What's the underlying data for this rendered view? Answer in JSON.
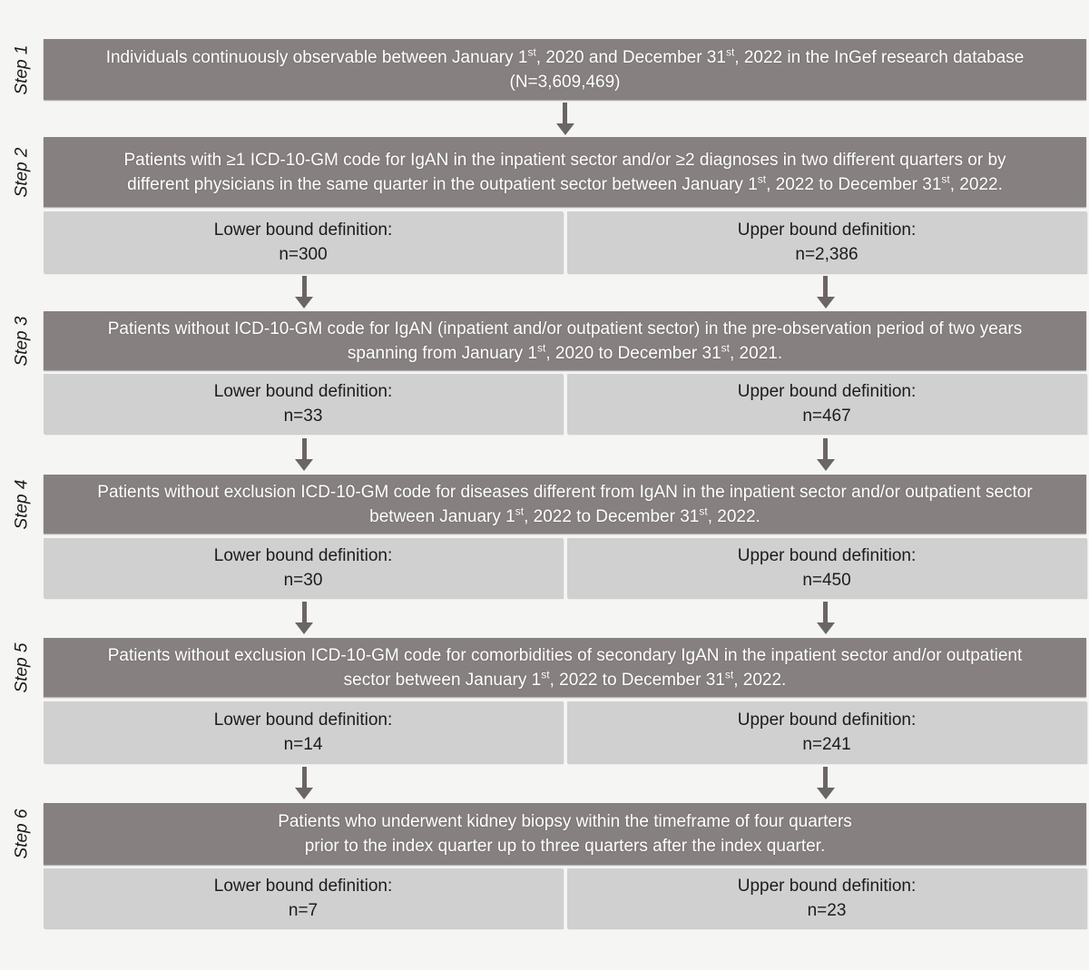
{
  "figure": {
    "title": "Patient selection flowchart",
    "colors": {
      "bg": "#f5f5f4",
      "dark_box": "#878080",
      "light_box": "#d1d0d0",
      "arrow": "#6b6565",
      "dark_text": "#ffffff",
      "light_text": "#1c1c1c",
      "label_text": "#1a1a1a"
    }
  },
  "bound_titles": {
    "lower": "Lower bound definition:",
    "upper": "Upper bound definition:"
  },
  "steps": [
    {
      "label": "Step 1",
      "description_lines": [
        [
          {
            "text": "Individuals continuously observable between January 1"
          },
          {
            "text": "st",
            "sup": true
          },
          {
            "text": ", 2020 and December 31"
          },
          {
            "text": "st",
            "sup": true
          },
          {
            "text": ", 2022 in the InGef research database"
          }
        ],
        [
          {
            "text": "(N=3,609,469)"
          }
        ]
      ]
    },
    {
      "label": "Step 2",
      "description_lines": [
        [
          {
            "text": "Patients with ≥1 ICD-10-GM code for IgAN in the inpatient sector and/or ≥2 diagnoses in two different quarters or by"
          }
        ],
        [
          {
            "text": "different physicians in the same quarter in the outpatient sector between January 1"
          },
          {
            "text": "st",
            "sup": true
          },
          {
            "text": ", 2022 to December 31"
          },
          {
            "text": "st",
            "sup": true
          },
          {
            "text": ", 2022."
          }
        ]
      ],
      "lower": {
        "title": "Lower bound definition:",
        "value": "n=300"
      },
      "upper": {
        "title": "Upper bound definition:",
        "value": "n=2,386"
      }
    },
    {
      "label": "Step 3",
      "description_lines": [
        [
          {
            "text": "Patients without ICD-10-GM code for IgAN (inpatient and/or outpatient sector) in the pre-observation period of two years"
          }
        ],
        [
          {
            "text": "spanning from January 1"
          },
          {
            "text": "st",
            "sup": true
          },
          {
            "text": ", 2020 to December 31"
          },
          {
            "text": "st",
            "sup": true
          },
          {
            "text": ", 2021."
          }
        ]
      ],
      "lower": {
        "title": "Lower bound definition:",
        "value": "n=33"
      },
      "upper": {
        "title": "Upper bound definition:",
        "value": "n=467"
      }
    },
    {
      "label": "Step 4",
      "description_lines": [
        [
          {
            "text": "Patients without exclusion ICD-10-GM code for diseases different from IgAN in the inpatient sector and/or outpatient sector"
          }
        ],
        [
          {
            "text": "between January 1"
          },
          {
            "text": "st",
            "sup": true
          },
          {
            "text": ", 2022 to December 31"
          },
          {
            "text": "st",
            "sup": true
          },
          {
            "text": ", 2022."
          }
        ]
      ],
      "lower": {
        "title": "Lower bound definition:",
        "value": "n=30"
      },
      "upper": {
        "title": "Upper bound definition:",
        "value": "n=450"
      }
    },
    {
      "label": "Step 5",
      "description_lines": [
        [
          {
            "text": "Patients without exclusion ICD-10-GM code for comorbidities of secondary IgAN in the inpatient sector and/or outpatient"
          }
        ],
        [
          {
            "text": "sector between January 1"
          },
          {
            "text": "st",
            "sup": true
          },
          {
            "text": ", 2022 to December 31"
          },
          {
            "text": "st",
            "sup": true
          },
          {
            "text": ", 2022."
          }
        ]
      ],
      "lower": {
        "title": "Lower bound definition:",
        "value": "n=14"
      },
      "upper": {
        "title": "Upper bound definition:",
        "value": "n=241"
      }
    },
    {
      "label": "Step 6",
      "description_lines": [
        [
          {
            "text": "Patients who underwent kidney biopsy within the timeframe of four quarters"
          }
        ],
        [
          {
            "text": "prior to the index quarter up to three quarters after the index quarter."
          }
        ]
      ],
      "lower": {
        "title": "Lower bound definition:",
        "value": "n=7"
      },
      "upper": {
        "title": "Upper bound definition:",
        "value": "n=23"
      }
    }
  ]
}
